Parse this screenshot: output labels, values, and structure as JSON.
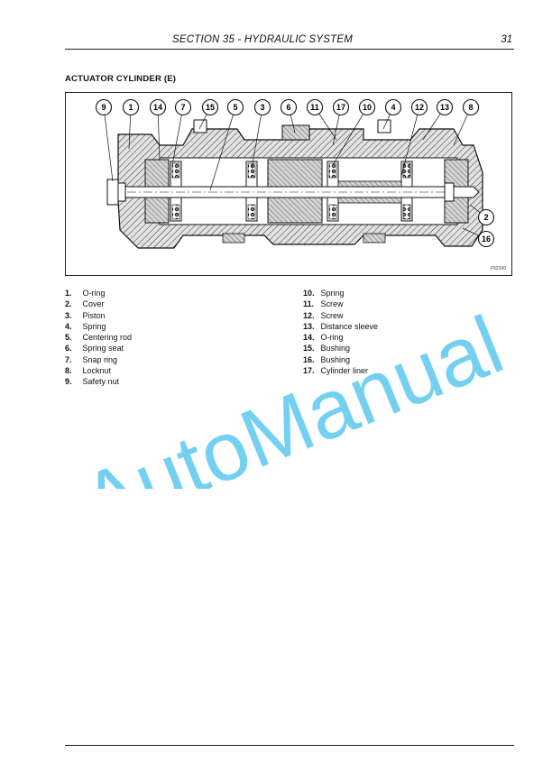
{
  "header": {
    "title": "SECTION 35 - HYDRAULIC SYSTEM",
    "page_number": "31"
  },
  "section_heading": "ACTUATOR CYLINDER (E)",
  "figure": {
    "code": "F52100",
    "callouts_top": [
      "9",
      "1",
      "14",
      "7",
      "15",
      "5",
      "3",
      "6",
      "11",
      "17",
      "10",
      "4",
      "12",
      "13",
      "8"
    ],
    "callouts_side": [
      "2",
      "16"
    ]
  },
  "legend_left": [
    {
      "num": "1.",
      "label": "O-ring"
    },
    {
      "num": "2.",
      "label": "Cover"
    },
    {
      "num": "3.",
      "label": "Piston"
    },
    {
      "num": "4.",
      "label": "Spring"
    },
    {
      "num": "5.",
      "label": "Centering rod"
    },
    {
      "num": "6.",
      "label": "Spring seat"
    },
    {
      "num": "7.",
      "label": "Snap ring"
    },
    {
      "num": "8.",
      "label": "Locknut"
    },
    {
      "num": "9.",
      "label": "Safety nut"
    }
  ],
  "legend_right": [
    {
      "num": "10.",
      "label": "Spring"
    },
    {
      "num": "11.",
      "label": "Screw"
    },
    {
      "num": "12.",
      "label": "Screw"
    },
    {
      "num": "13.",
      "label": "Distance sleeve"
    },
    {
      "num": "14.",
      "label": "O-ring"
    },
    {
      "num": "15.",
      "label": "Bushing"
    },
    {
      "num": "16.",
      "label": "Bushing"
    },
    {
      "num": "17.",
      "label": "Cylinder liner"
    }
  ],
  "watermark": {
    "text": "AutoManual",
    "color": "#5bc8ee"
  }
}
